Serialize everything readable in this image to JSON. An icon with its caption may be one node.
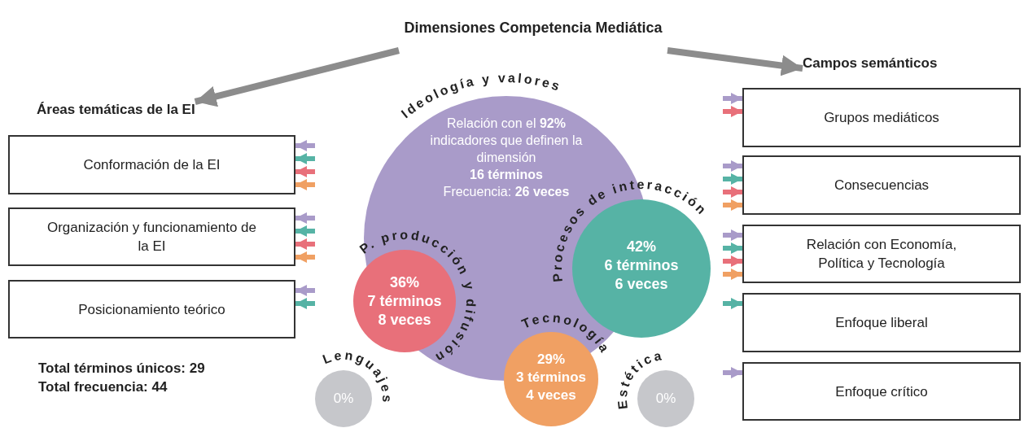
{
  "diagram": {
    "nodes": [
      {
        "text": [
          "Dimensiones Competencia Mediática"
        ]
      },
      {
        "text": [
          "Áreas temáticas de la EI"
        ]
      },
      {
        "text": [
          "Campos semánticos"
        ]
      },
      {
        "text": [
          "Conformación de la EI"
        ]
      },
      {
        "text": [
          "Organización y funcionamiento de la EI"
        ]
      },
      {
        "text": [
          "Posicionamiento teórico"
        ]
      },
      {
        "text": [
          "Grupos mediáticos"
        ]
      },
      {
        "text": [
          "Consecuencias"
        ]
      },
      {
        "text": [
          "Relación con Economía, Política y Tecnología"
        ]
      },
      {
        "text": [
          "Enfoque liberal"
        ]
      },
      {
        "text": [
          "Enfoque crítico"
        ]
      },
      {
        "text": [
          "Ideología y valores",
          "Relación con el **92%** indicadores que definen la dimensión",
          "**16 términos**",
          "Frecuencia: **26 veces**"
        ]
      },
      {
        "text": [
          "P. producción y difusión",
          "36%",
          "7 términos",
          "8 veces"
        ]
      },
      {
        "text": [
          "Procesos de interacción",
          "42%",
          "6 términos",
          "6 veces"
        ]
      },
      {
        "text": [
          "Tecnología",
          "29%",
          "3 términos",
          "4 veces"
        ]
      },
      {
        "text": [
          "Lenguajes",
          "0%"
        ]
      },
      {
        "text": [
          "Estética",
          "0%"
        ]
      }
    ],
    "edges": [
      {
        "from": 0,
        "to": 1,
        "arrow": "to"
      },
      {
        "from": 0,
        "to": 2,
        "arrow": "to"
      },
      {
        "from": null,
        "to": 3,
        "arrow": "to",
        "color": "#a99bc9"
      },
      {
        "from": null,
        "to": 3,
        "arrow": "to",
        "color": "#56b3a5"
      },
      {
        "from": null,
        "to": 3,
        "arrow": "to",
        "color": "#e8707a"
      },
      {
        "from": null,
        "to": 3,
        "arrow": "to",
        "color": "#f0a063"
      },
      {
        "from": null,
        "to": 4,
        "arrow": "to",
        "color": "#a99bc9"
      },
      {
        "from": null,
        "to": 4,
        "arrow": "to",
        "color": "#56b3a5"
      },
      {
        "from": null,
        "to": 4,
        "arrow": "to",
        "color": "#e8707a"
      },
      {
        "from": null,
        "to": 4,
        "arrow": "to",
        "color": "#f0a063"
      },
      {
        "from": null,
        "to": 5,
        "arrow": "to",
        "color": "#a99bc9"
      },
      {
        "from": null,
        "to": 5,
        "arrow": "to",
        "color": "#56b3a5"
      },
      {
        "from": null,
        "to": 6,
        "arrow": "to",
        "color": "#a99bc9"
      },
      {
        "from": null,
        "to": 6,
        "arrow": "to",
        "color": "#e8707a"
      },
      {
        "from": null,
        "to": 7,
        "arrow": "to",
        "color": "#a99bc9"
      },
      {
        "from": null,
        "to": 7,
        "arrow": "to",
        "color": "#56b3a5"
      },
      {
        "from": null,
        "to": 7,
        "arrow": "to",
        "color": "#e8707a"
      },
      {
        "from": null,
        "to": 7,
        "arrow": "to",
        "color": "#f0a063"
      },
      {
        "from": null,
        "to": 8,
        "arrow": "to",
        "color": "#a99bc9"
      },
      {
        "from": null,
        "to": 8,
        "arrow": "to",
        "color": "#56b3a5"
      },
      {
        "from": null,
        "to": 8,
        "arrow": "to",
        "color": "#e8707a"
      },
      {
        "from": null,
        "to": 8,
        "arrow": "to",
        "color": "#f0a063"
      },
      {
        "from": null,
        "to": 9,
        "arrow": "to",
        "color": "#56b3a5"
      },
      {
        "from": null,
        "to": 10,
        "arrow": "to",
        "color": "#a99bc9"
      }
    ],
    "labels": [
      "Total términos únicos: 29",
      "Total frecuencia: 44"
    ]
  }
}
